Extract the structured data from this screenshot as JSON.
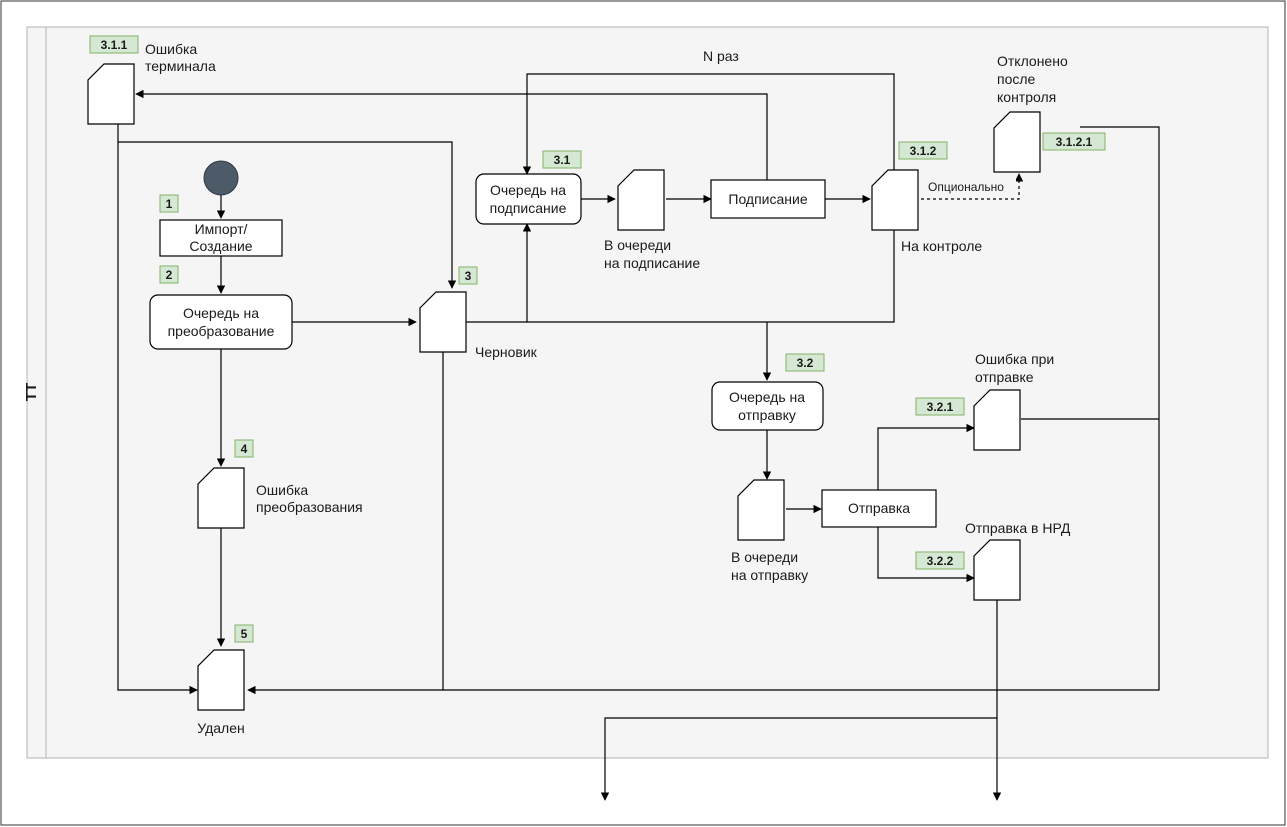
{
  "lane": {
    "label": "TT"
  },
  "steps": {
    "s1": {
      "badge": "1",
      "text": [
        "Импорт/",
        "Создание"
      ]
    },
    "s2": {
      "badge": "2",
      "text": [
        "Очередь на",
        "преобразование"
      ]
    },
    "s3": {
      "badge": "3",
      "text": [
        "Черновик"
      ]
    },
    "s4": {
      "badge": "4",
      "text": [
        "Ошибка",
        "преобразования"
      ]
    },
    "s5": {
      "badge": "5",
      "text": [
        "Удален"
      ]
    },
    "s31": {
      "badge": "3.1",
      "text": [
        "Очередь на",
        "подписание"
      ]
    },
    "s31q": {
      "text": [
        "В очереди",
        "на подписание"
      ]
    },
    "sign": {
      "text": [
        "Подписание"
      ]
    },
    "s311": {
      "badge": "3.1.1",
      "text": [
        "Ошибка",
        "терминала"
      ]
    },
    "s312": {
      "badge": "3.1.2",
      "text": [
        "На контроле"
      ]
    },
    "s3121": {
      "badge": "3.1.2.1",
      "text": [
        "Отклонено",
        "после",
        "контроля"
      ]
    },
    "s32": {
      "badge": "3.2",
      "text": [
        "Очередь на",
        "отправку"
      ]
    },
    "s32q": {
      "text": [
        "В очереди",
        "на отправку"
      ]
    },
    "send": {
      "text": [
        "Отправка"
      ]
    },
    "s321": {
      "badge": "3.2.1",
      "text": [
        "Ошибка при",
        "отправке"
      ]
    },
    "s322": {
      "badge": "3.2.2",
      "text": [
        "Отправка в НРД"
      ]
    }
  },
  "edge_labels": {
    "n_times": "N раз",
    "optional": "Опционально"
  },
  "colors": {
    "badge_fill": "#d5e8d4",
    "badge_stroke": "#82b366",
    "lane_fill": "#f5f5f5",
    "start_fill": "#4d5b68"
  }
}
